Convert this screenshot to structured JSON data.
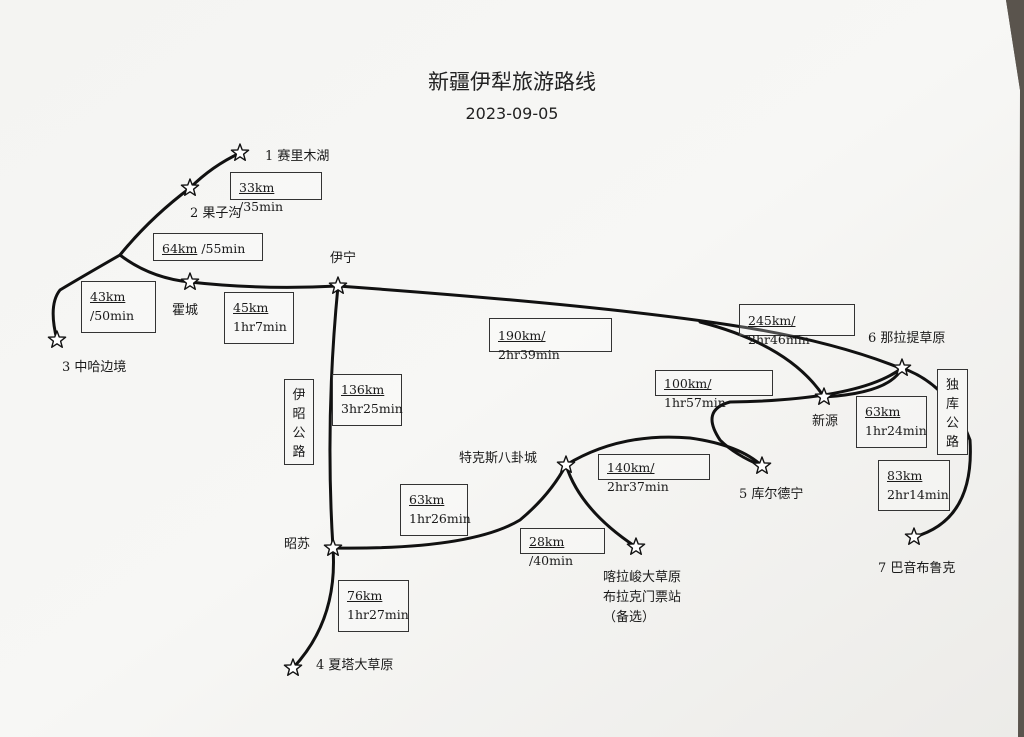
{
  "title": "新疆伊犁旅游路线",
  "date": "2023-09-05",
  "places": {
    "p1": "1 赛里木湖",
    "p2": "2 果子沟",
    "p3": "3 中哈边境",
    "p4": "4 夏塔大草原",
    "p5": "5 库尔德宁",
    "p6": "6 那拉提草原",
    "p7": "7 巴音布鲁克",
    "yining": "伊宁",
    "huocheng": "霍城",
    "zhaosu": "昭苏",
    "tekesi": "特克斯八卦城",
    "xinyuan": "新源",
    "kalajun1": "喀拉峻大草原",
    "kalajun2": "布拉克门票站",
    "kalajun3": "（备选）"
  },
  "segments": {
    "s1": {
      "dist": "33km",
      "time": " /35min"
    },
    "s2": {
      "dist": "64km",
      "time": " /55min"
    },
    "s3": {
      "dist": "43km",
      "time": "/50min"
    },
    "s4": {
      "dist": "45km",
      "time": "1hr7min"
    },
    "s5": {
      "dist": "136km",
      "time": "3hr25min"
    },
    "s6": {
      "dist": "190km/",
      "time": " 2hr39min"
    },
    "s7": {
      "dist": "245km/",
      "time": " 2hr46min"
    },
    "s8": {
      "dist": "100km/",
      "time": " 1hr57min"
    },
    "s9": {
      "dist": "63km",
      "time": "1hr24min"
    },
    "s10": {
      "dist": "83km",
      "time": "2hr14min"
    },
    "s11": {
      "dist": "140km/",
      "time": " 2hr37min"
    },
    "s12": {
      "dist": "63km",
      "time": "1hr26min"
    },
    "s13": {
      "dist": "28km",
      "time": " /40min"
    },
    "s14": {
      "dist": "76km",
      "time": "1hr27min"
    }
  },
  "roads": {
    "yizhao": [
      "伊",
      "昭",
      "公",
      "路"
    ],
    "duku": [
      "独",
      "库",
      "公",
      "路"
    ]
  }
}
